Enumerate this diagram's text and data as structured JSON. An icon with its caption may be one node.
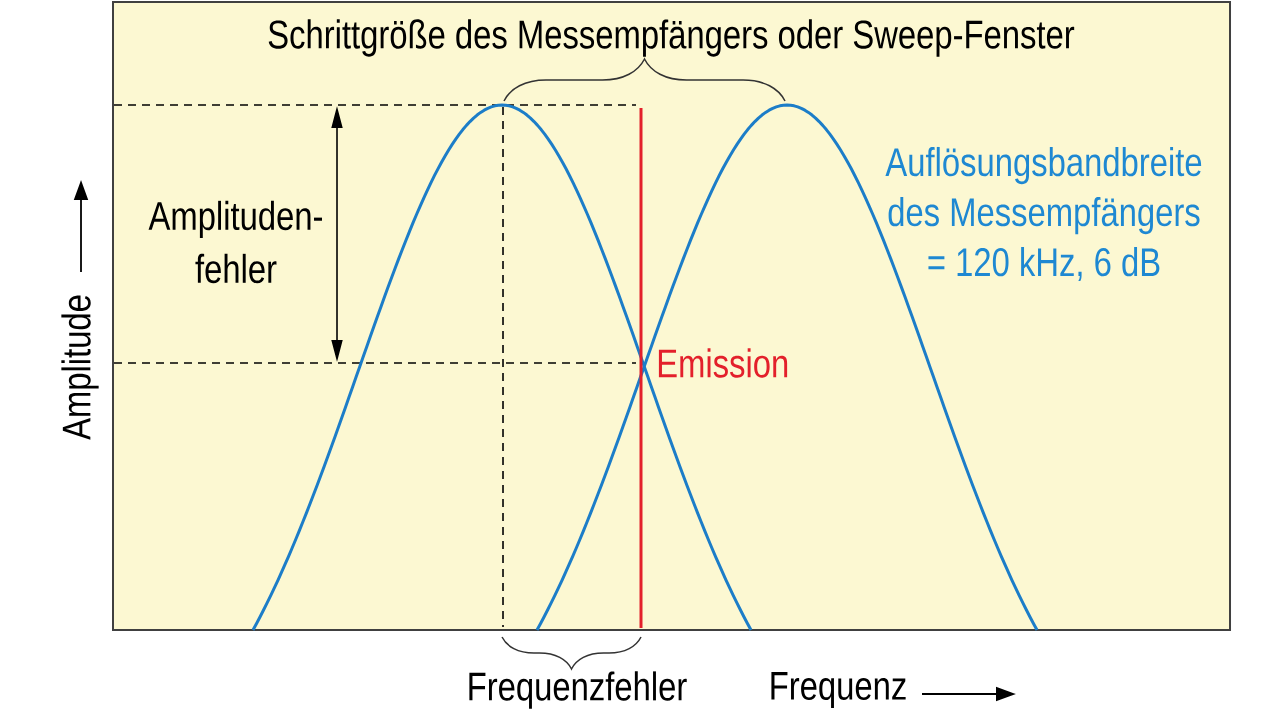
{
  "diagram": {
    "labels": [
      "Schrittgröße des Messempfängers oder Sweep-Fenster",
      "Auflösungsbandbreite des Messempfängers = 120 kHz, 6 dB",
      "Amplituden- fehler",
      "Amplitude",
      "Emission",
      "Frequenzfehler",
      "Frequenz"
    ]
  }
}
